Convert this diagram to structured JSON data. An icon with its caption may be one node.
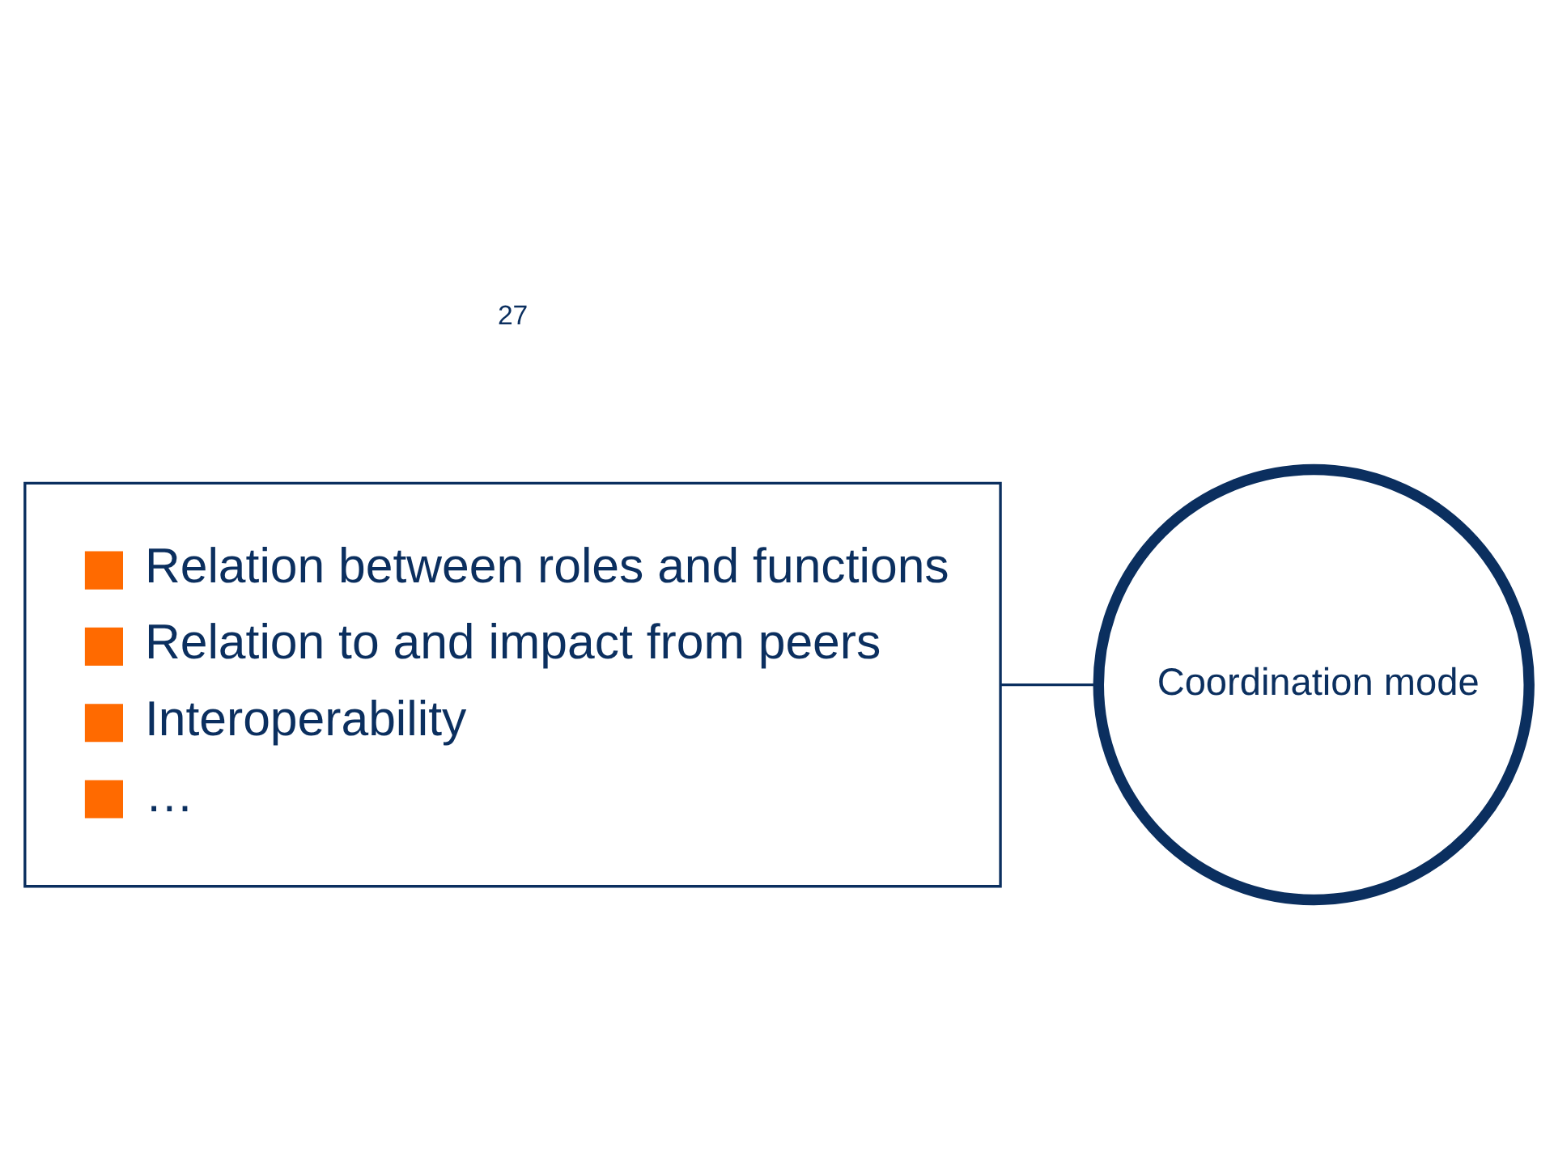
{
  "diagram": {
    "nodes": [
      {
        "text": [
          "Coordination mode"
        ]
      },
      {
        "text": [
          "Relation between roles and functions",
          "Relation to and impact from peers",
          "Interoperability",
          "…"
        ]
      }
    ],
    "edges": [
      {
        "from": 1,
        "to": 0,
        "arrow": "none"
      }
    ],
    "labels": [
      "27"
    ]
  }
}
